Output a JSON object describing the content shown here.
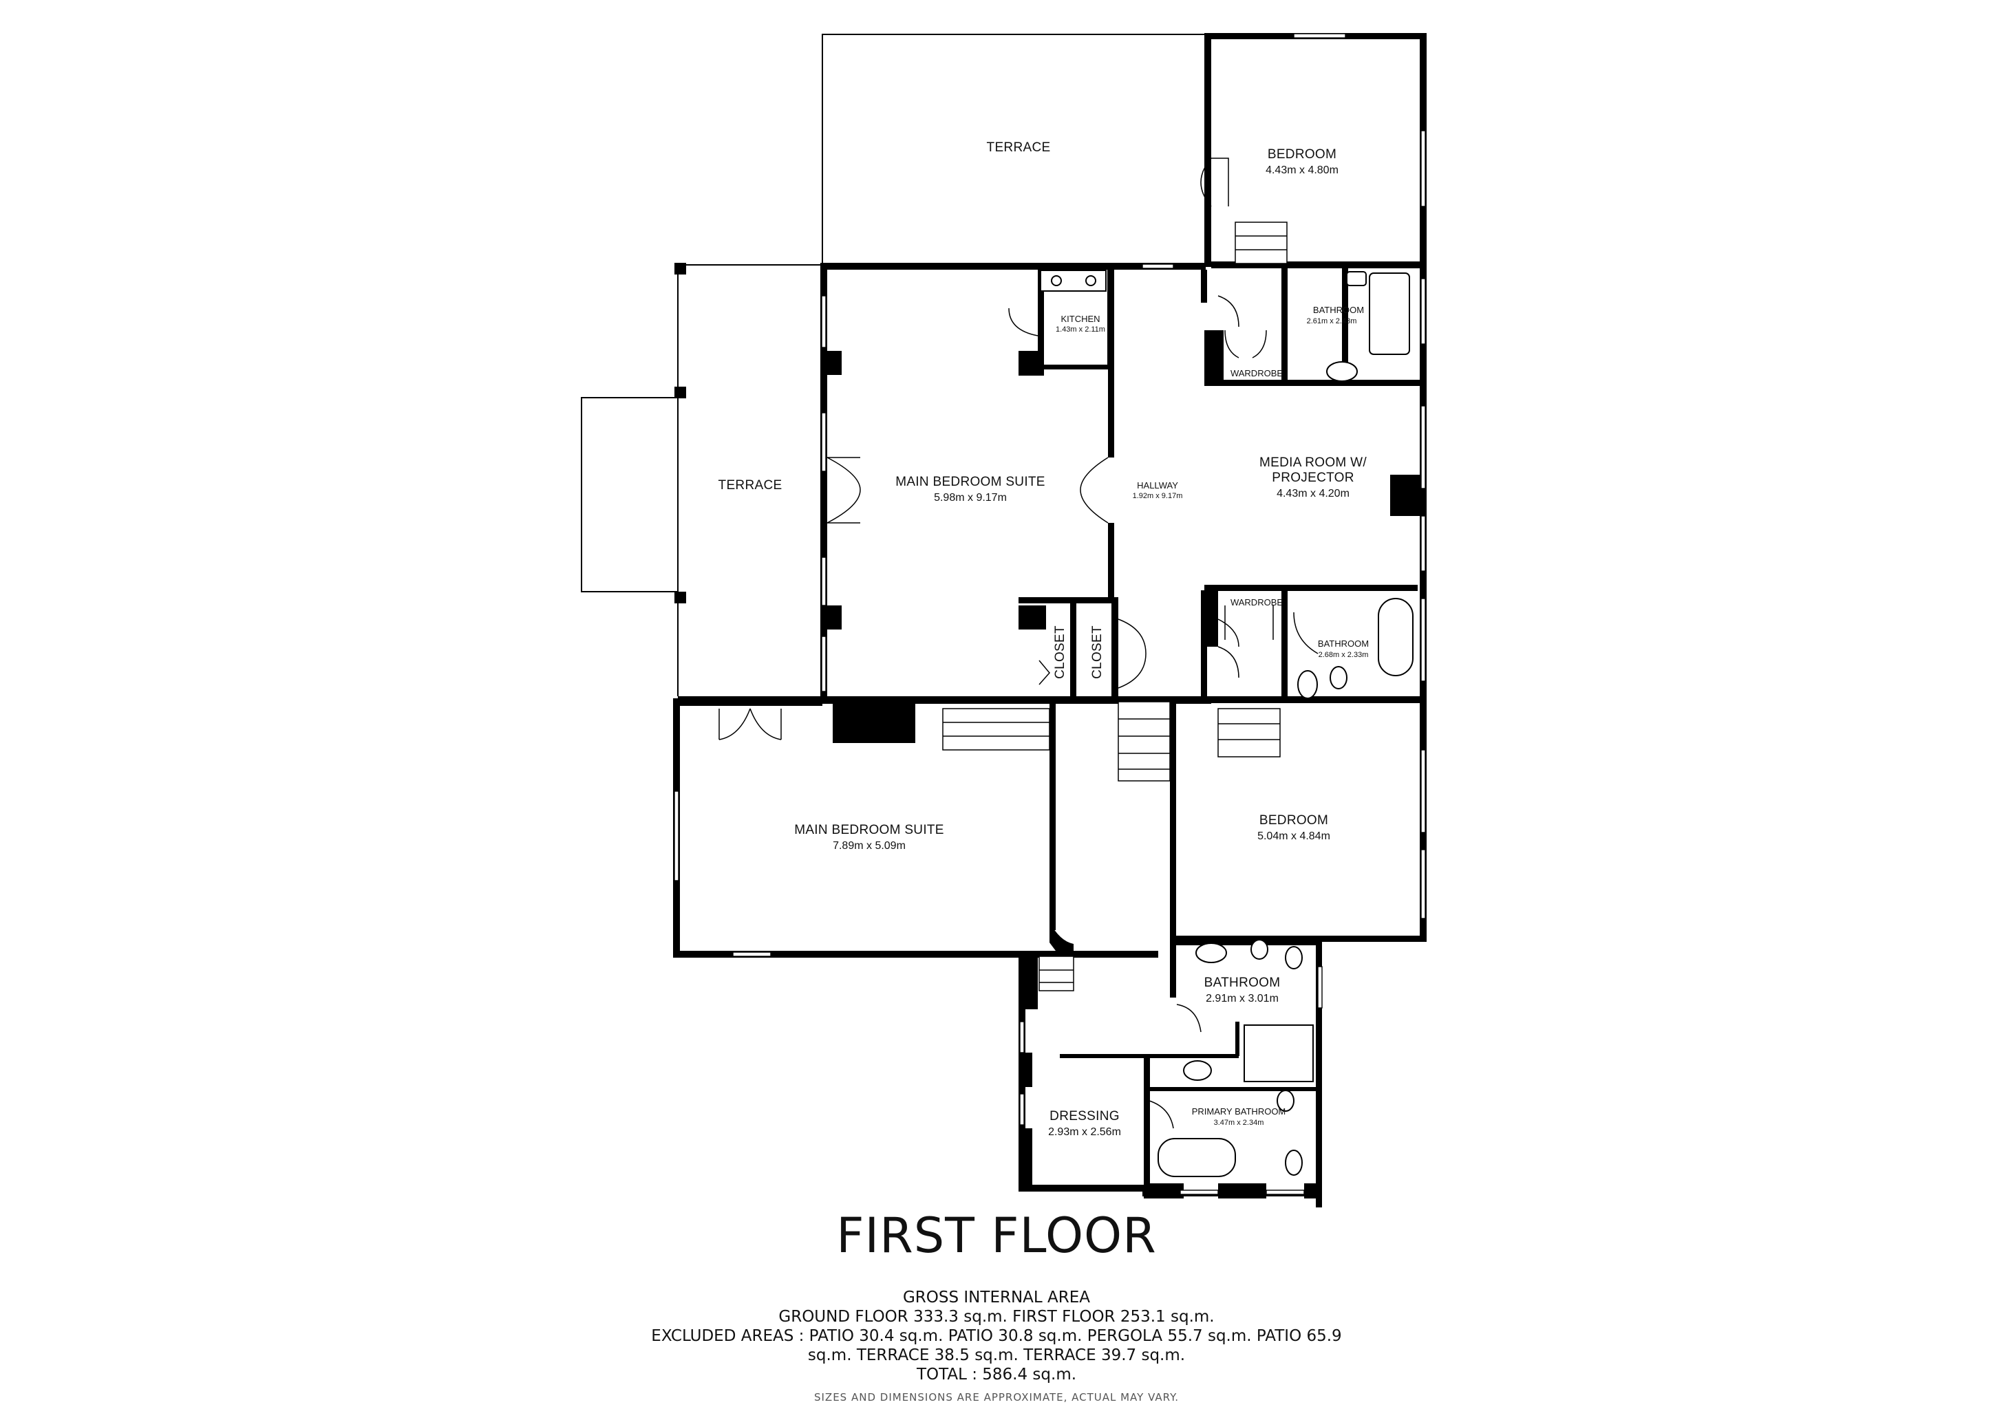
{
  "floor_title": "FIRST FLOOR",
  "rooms": {
    "terrace_top": {
      "name": "TERRACE"
    },
    "bedroom_top": {
      "name": "BEDROOM",
      "dims": "4.43m x 4.80m"
    },
    "kitchen": {
      "name": "KITCHEN",
      "dims": "1.43m x 2.11m"
    },
    "bathroom_top": {
      "name": "BATHROOM",
      "dims": "2.61m x 2.43m"
    },
    "wardrobe_top": {
      "name": "WARDROBE"
    },
    "terrace_left": {
      "name": "TERRACE"
    },
    "main_suite_upper": {
      "name": "MAIN BEDROOM SUITE",
      "dims": "5.98m x 9.17m"
    },
    "hallway": {
      "name": "HALLWAY",
      "dims": "1.92m x 9.17m"
    },
    "media_room": {
      "name_line1": "MEDIA ROOM W/",
      "name_line2": "PROJECTOR",
      "dims": "4.43m x 4.20m"
    },
    "wardrobe_mid": {
      "name": "WARDROBE"
    },
    "bathroom_mid": {
      "name": "BATHROOM",
      "dims": "2.68m x 2.33m"
    },
    "closet_a": {
      "name": "CLOSET"
    },
    "closet_b": {
      "name": "CLOSET"
    },
    "main_suite_lower": {
      "name": "MAIN BEDROOM SUITE",
      "dims": "7.89m x 5.09m"
    },
    "bedroom_mid": {
      "name": "BEDROOM",
      "dims": "5.04m x 4.84m"
    },
    "bathroom_low": {
      "name": "BATHROOM",
      "dims": "2.91m x 3.01m"
    },
    "dressing": {
      "name": "DRESSING",
      "dims": "2.93m x 2.56m"
    },
    "primary_bathroom": {
      "name": "PRIMARY BATHROOM",
      "dims": "3.47m x 2.34m"
    }
  },
  "area": {
    "heading": "GROSS INTERNAL AREA",
    "line1": "GROUND FLOOR 333.3 sq.m.   FIRST FLOOR 253.1 sq.m.",
    "line2": "EXCLUDED AREAS :  PATIO 30.4 sq.m.   PATIO 30.8 sq.m.   PERGOLA 55.7 sq.m.   PATIO 65.9",
    "line3": "sq.m.   TERRACE 38.5 sq.m.   TERRACE 39.7 sq.m.",
    "total": "TOTAL :  586.4 sq.m.",
    "disclaimer": "SIZES AND DIMENSIONS ARE APPROXIMATE, ACTUAL MAY VARY."
  }
}
